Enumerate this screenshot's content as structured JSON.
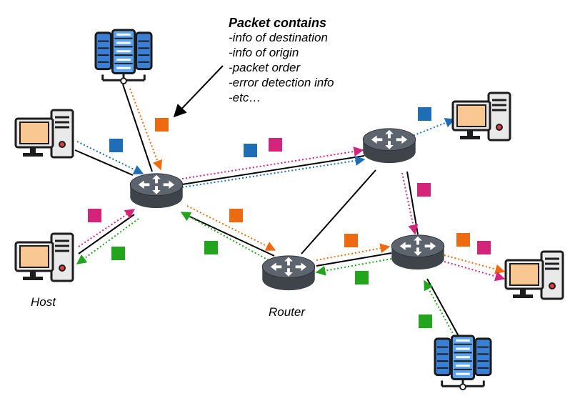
{
  "callout": {
    "title": "Packet contains",
    "items": [
      "-info of destination",
      "-info of origin",
      "-packet order",
      "-error detection info",
      "-etc…"
    ]
  },
  "labels": {
    "host": "Host",
    "router": "Router"
  },
  "colors": {
    "blue": "#1f6db5",
    "orange": "#ee6a10",
    "magenta": "#d4237a",
    "green": "#22a41c",
    "link": "#000000",
    "router_body": "#3f444b",
    "router_top": "#5a6069",
    "monitor_frame": "#1d1d1d",
    "screen": "#f8c792",
    "server_blue": "#3a7fd6"
  },
  "icons": {
    "host": "desktop-computer-icon",
    "router": "router-icon",
    "server": "server-rack-icon",
    "packet": "packet-square-icon"
  }
}
